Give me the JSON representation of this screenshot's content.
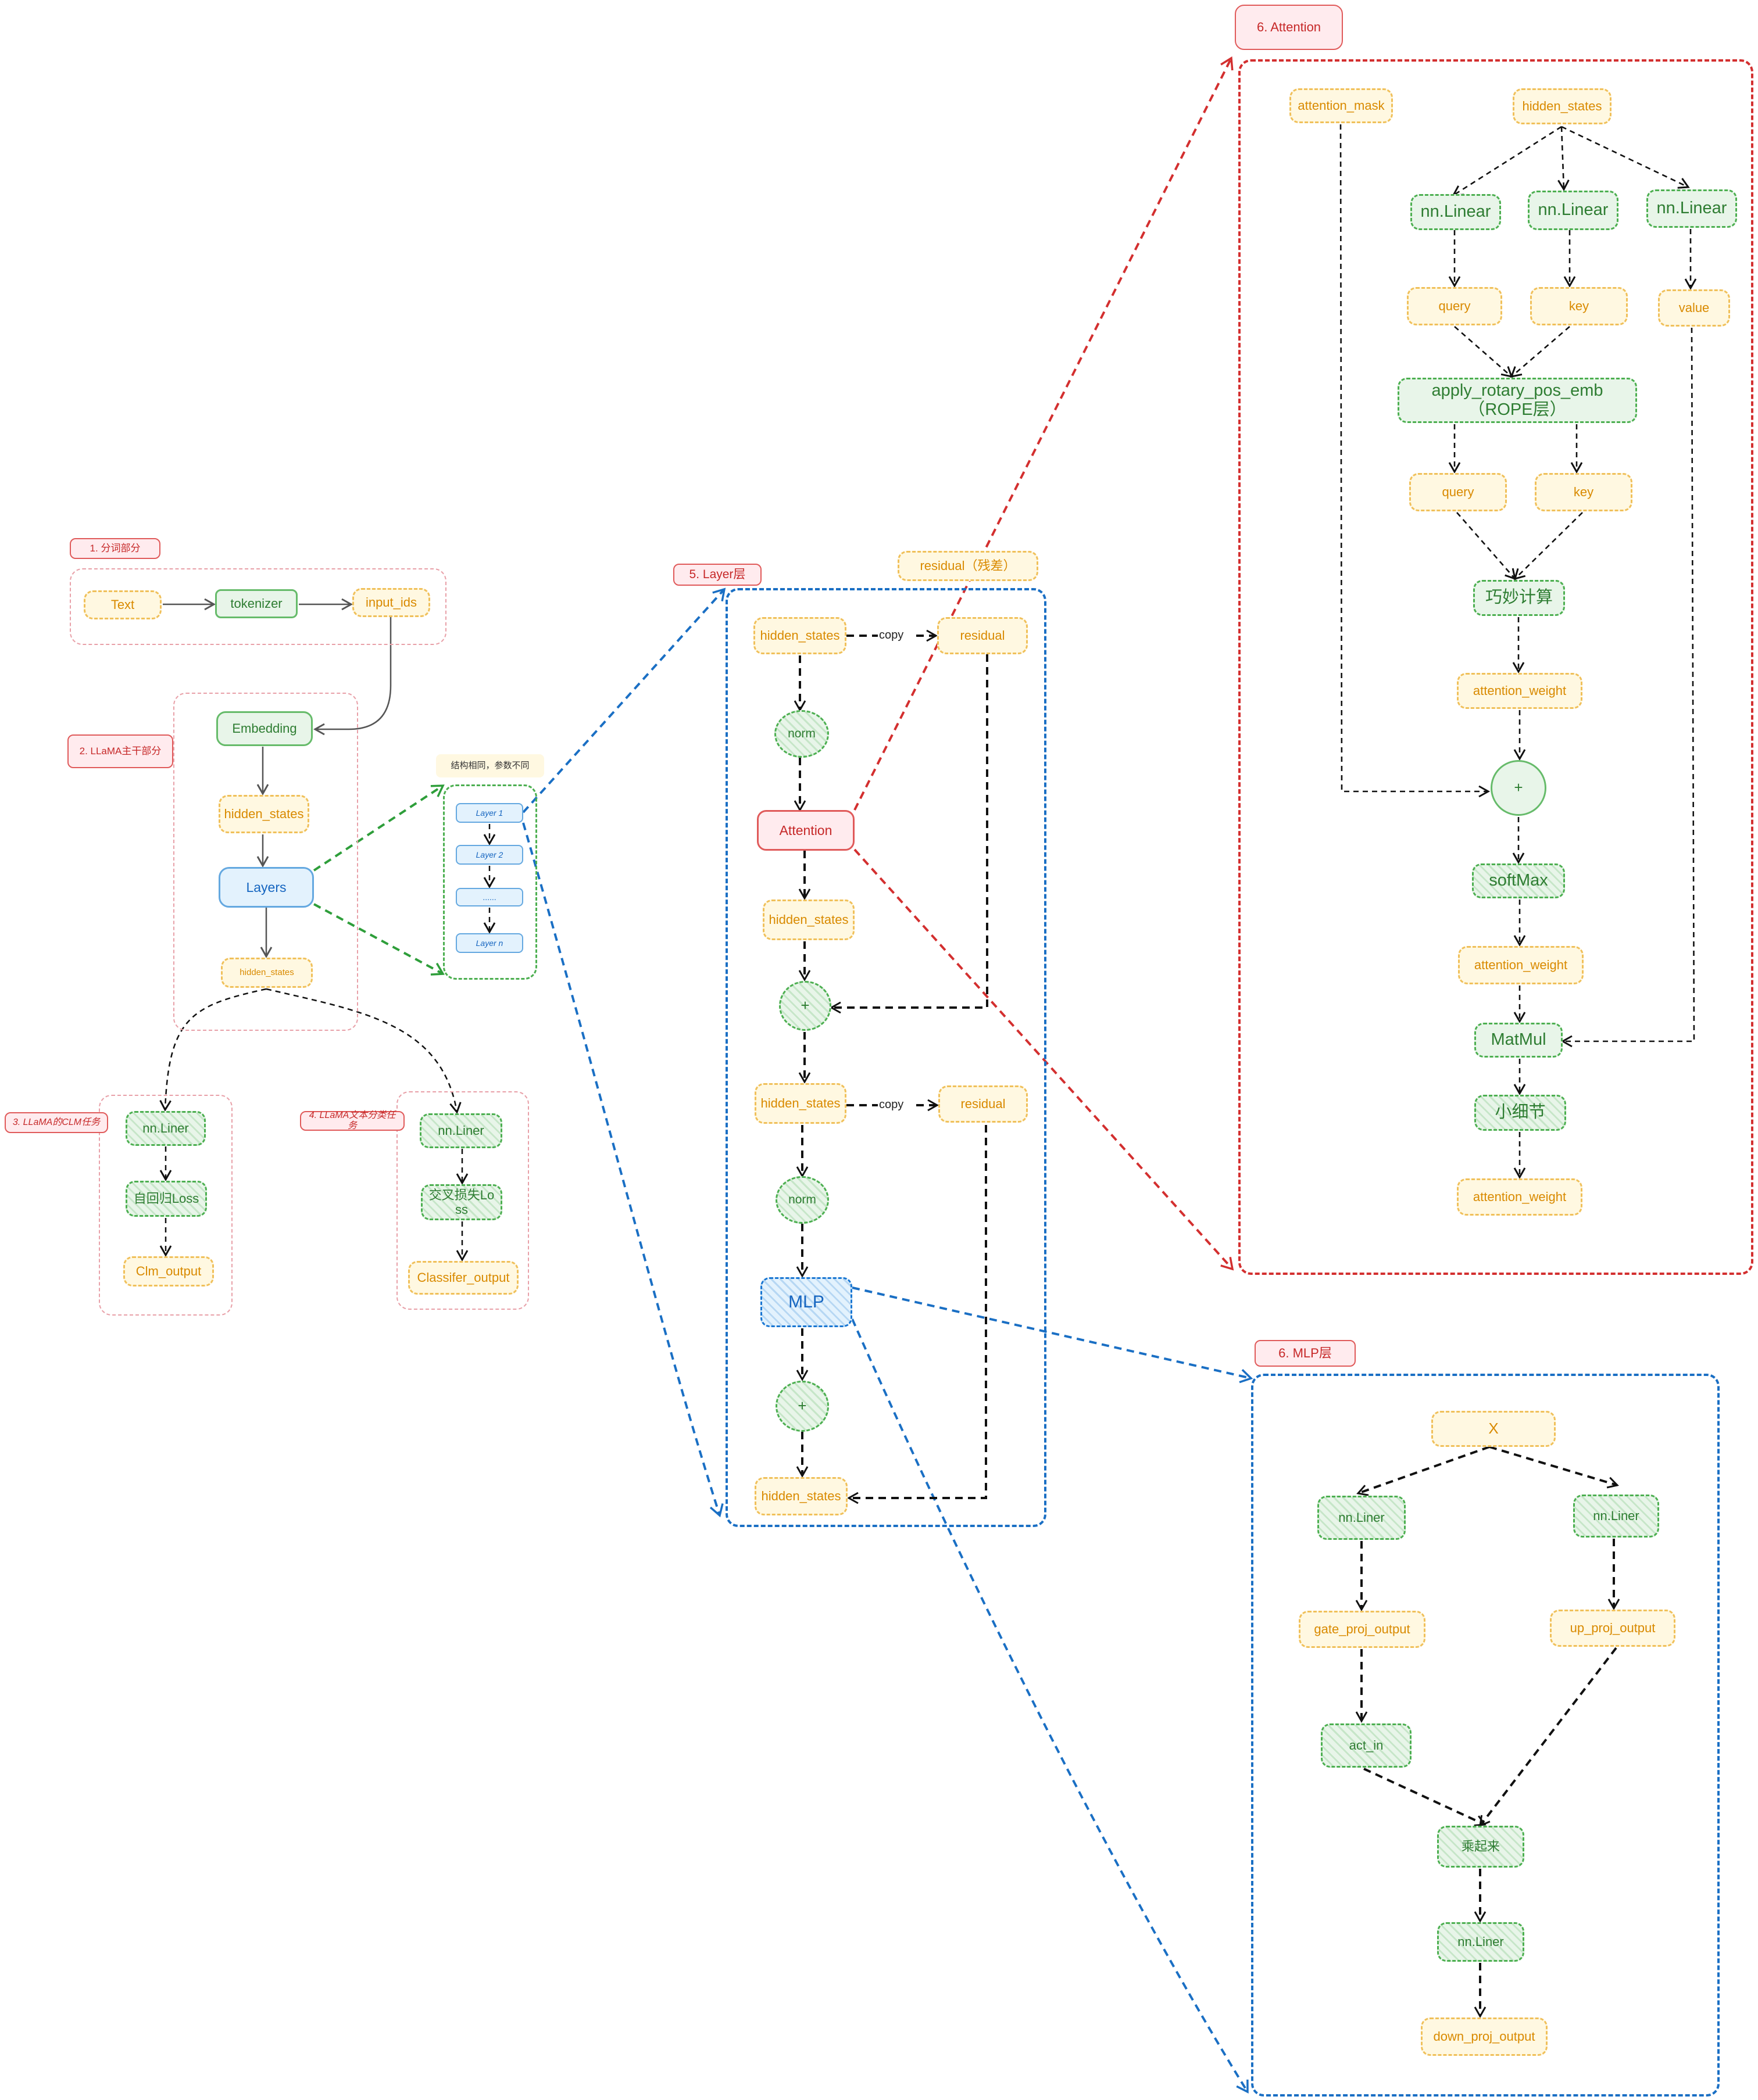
{
  "section_labels": {
    "tokenize": "1. 分词部分",
    "llama_main": "2. LLaMA主干部分",
    "clm_task": "3. LLaMA的CLM任务",
    "cls_task": "4. LLaMA文本分类任务",
    "layer": "5. Layer层",
    "attention": "6. Attention",
    "mlp": "6. MLP层"
  },
  "tokenize": {
    "text": "Text",
    "tokenizer": "tokenizer",
    "input_ids": "input_ids"
  },
  "main": {
    "embedding": "Embedding",
    "hidden_states_1": "hidden_states",
    "layers": "Layers",
    "hidden_states_2": "hidden_states"
  },
  "layers_detail": {
    "note": "结构相同，参数不同",
    "layer_1": "Layer 1",
    "layer_2": "Layer 2",
    "ellipsis": "......",
    "layer_n": "Layer n"
  },
  "clm": {
    "liner": "nn.Liner",
    "loss": "自回归Loss",
    "output": "Clm_output"
  },
  "cls": {
    "liner": "nn.Liner",
    "loss": "交叉损失Loss",
    "output": "Classifer_output"
  },
  "layer": {
    "residual_note": "residual（残差）",
    "hidden_states_in": "hidden_states",
    "copy_1": "copy",
    "residual_1": "residual",
    "norm_1": "norm",
    "attention": "Attention",
    "hidden_states_mid": "hidden_states",
    "plus_1": "+",
    "hidden_states_2": "hidden_states",
    "copy_2": "copy",
    "residual_2": "residual",
    "norm_2": "norm",
    "mlp": "MLP",
    "plus_2": "+",
    "hidden_states_out": "hidden_states"
  },
  "attention": {
    "attention_mask": "attention_mask",
    "hidden_states": "hidden_states",
    "linear_q": "nn.Linear",
    "linear_k": "nn.Linear",
    "linear_v": "nn.Linear",
    "query_1": "query",
    "key_1": "key",
    "value": "value",
    "rope": "apply_rotary_pos_emb（ROPE层）",
    "query_2": "query",
    "key_2": "key",
    "trick": "巧妙计算",
    "attention_weight_1": "attention_weight",
    "plus": "+",
    "softmax": "softMax",
    "attention_weight_2": "attention_weight",
    "matmul": "MatMul",
    "detail": "小细节",
    "attention_weight_3": "attention_weight"
  },
  "mlp": {
    "x": "X",
    "liner_gate": "nn.Liner",
    "liner_up": "nn.Liner",
    "gate_proj_output": "gate_proj_output",
    "up_proj_output": "up_proj_output",
    "act_in": "act_in",
    "multiply": "乘起来",
    "liner_down": "nn.Liner",
    "down_proj_output": "down_proj_output"
  },
  "colors": {
    "blue": "#1a6fc4",
    "red": "#d32f2f",
    "green": "#2e9e3a",
    "black": "#111111",
    "gray": "#555555"
  }
}
